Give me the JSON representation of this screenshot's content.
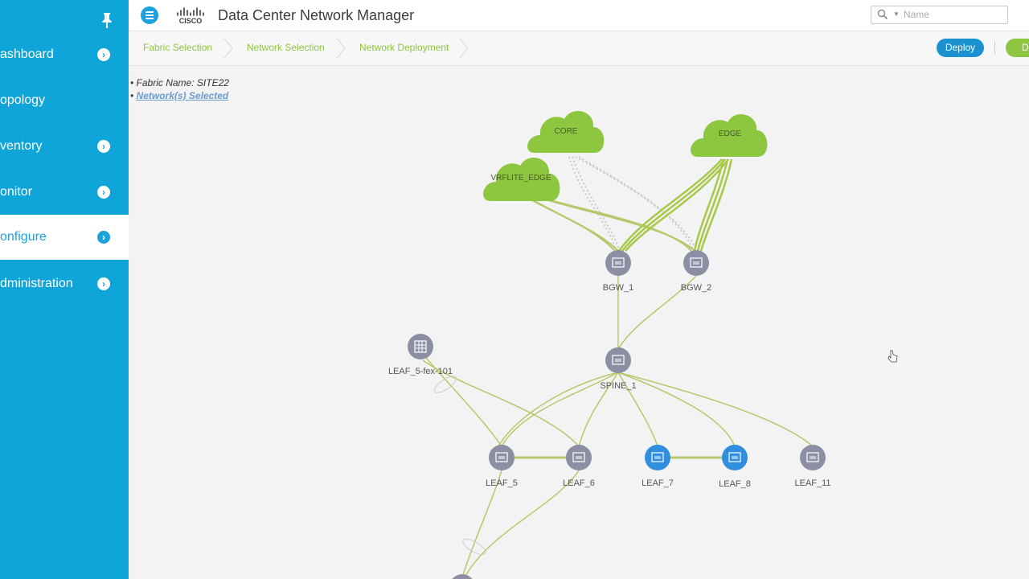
{
  "sidebar": {
    "items": [
      {
        "label": "ashboard"
      },
      {
        "label": "opology"
      },
      {
        "label": "ventory"
      },
      {
        "label": "onitor"
      },
      {
        "label": "onfigure"
      },
      {
        "label": "dministration"
      }
    ]
  },
  "header": {
    "logo_text": "CISCO",
    "title": "Data Center Network Manager",
    "search_placeholder": "Name"
  },
  "wizard": {
    "steps": [
      {
        "label": "Fabric Selection"
      },
      {
        "label": "Network Selection"
      },
      {
        "label": "Network Deployment"
      }
    ],
    "deploy_label": "Deploy",
    "secondary_label": "Deta"
  },
  "info": {
    "fabric_label": "Fabric Name:",
    "fabric_value": "SITE22",
    "networks_link": "Network(s) Selected"
  },
  "topology": {
    "clouds": [
      {
        "label": "CORE"
      },
      {
        "label": "EDGE"
      },
      {
        "label": "VRFLITE_EDGE"
      }
    ],
    "nodes": [
      {
        "label": "BGW_1",
        "status": "gray"
      },
      {
        "label": "BGW_2",
        "status": "gray"
      },
      {
        "label": "SPINE_1",
        "status": "gray"
      },
      {
        "label": "LEAF_5-fex-101",
        "status": "gray"
      },
      {
        "label": "LEAF_5",
        "status": "gray"
      },
      {
        "label": "LEAF_6",
        "status": "gray"
      },
      {
        "label": "LEAF_7",
        "status": "selected"
      },
      {
        "label": "LEAF_8",
        "status": "selected"
      },
      {
        "label": "LEAF_11",
        "status": "gray"
      }
    ]
  },
  "colors": {
    "sidebar": "#10a5d8",
    "accent_green": "#8dc63f",
    "node_gray": "#8c8fa3",
    "node_selected": "#2f8fde",
    "link": "#b5c96a"
  }
}
